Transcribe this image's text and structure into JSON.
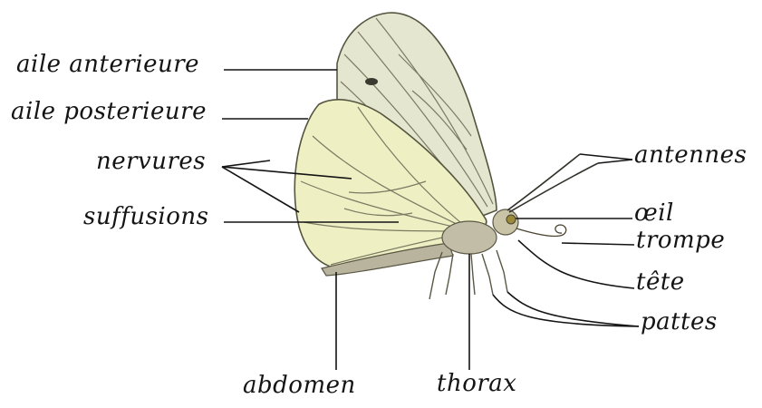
{
  "diagram": {
    "labels": {
      "aile_anterieure": "aile anterieure",
      "aile_posterieure": "aile posterieure",
      "nervures": "nervures",
      "suffusions": "suffusions",
      "antennes": "antennes",
      "oeil": "œil",
      "trompe": "trompe",
      "tete": "tête",
      "pattes": "pattes",
      "abdomen": "abdomen",
      "thorax": "thorax"
    },
    "colors": {
      "ink": "#141414",
      "wing_fill": "#e9ead2",
      "wing_yellow": "#eef0b8",
      "vein": "#6b6a55",
      "body": "#b9b49e"
    }
  }
}
